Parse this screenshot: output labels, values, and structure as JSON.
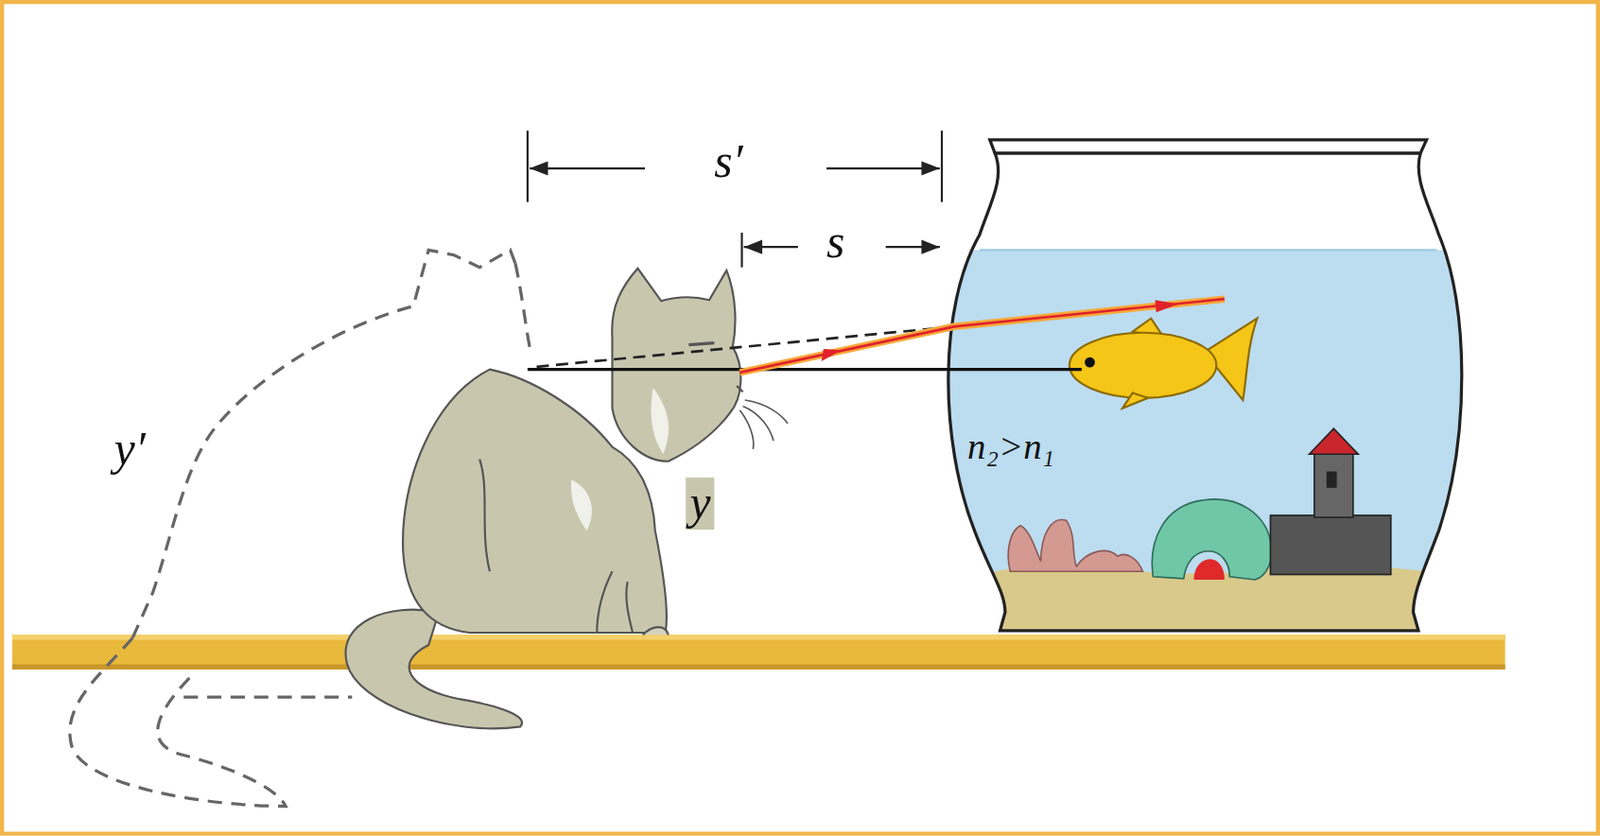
{
  "diagram": {
    "labels": [
      "s′",
      "s",
      "y′",
      "y",
      "n₂>n₁"
    ]
  }
}
